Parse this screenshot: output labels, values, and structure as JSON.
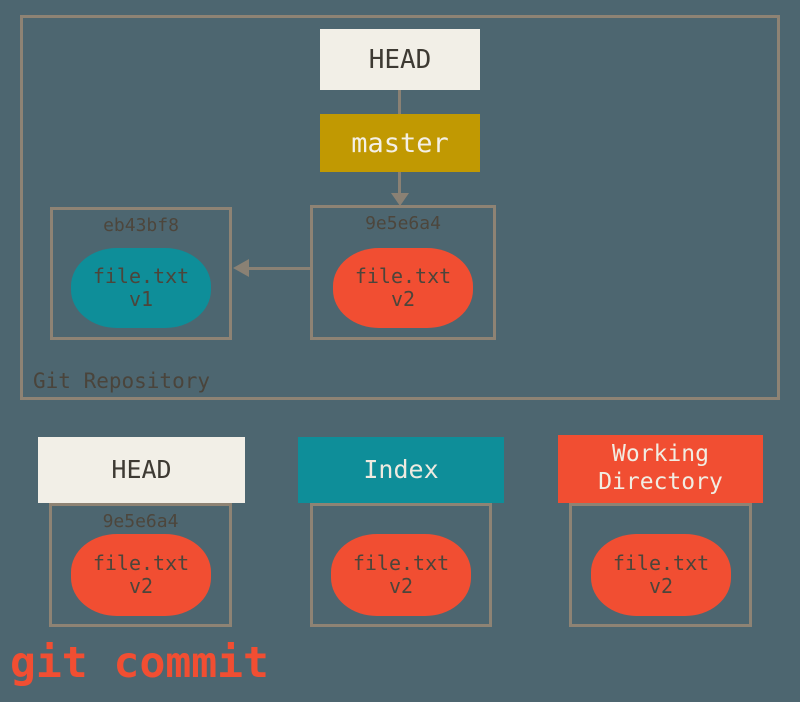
{
  "diagram": {
    "repository": {
      "label": "Git Repository",
      "head_label": "HEAD",
      "branch_label": "master",
      "commits": [
        {
          "hash": "eb43bf8",
          "file": "file.txt",
          "version": "v1"
        },
        {
          "hash": "9e5e6a4",
          "file": "file.txt",
          "version": "v2"
        }
      ]
    },
    "areas": [
      {
        "title": "HEAD",
        "hash": "9e5e6a4",
        "file": "file.txt",
        "version": "v2"
      },
      {
        "title": "Index",
        "file": "file.txt",
        "version": "v2"
      },
      {
        "title": "Working Directory",
        "file": "file.txt",
        "version": "v2"
      }
    ],
    "command": "git commit",
    "colors": {
      "background": "#4d6670",
      "box_border": "#8e8374",
      "arrow": "#8a8174",
      "cream": "#f2efe7",
      "gold": "#c19902",
      "teal": "#0e8e99",
      "red": "#f14e32",
      "dark_text": "#433f37"
    }
  }
}
